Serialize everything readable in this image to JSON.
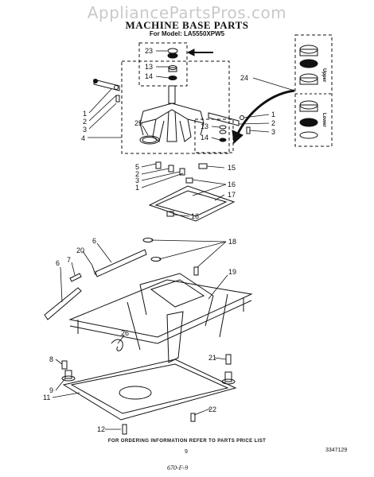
{
  "header": {
    "watermark": "AppliancePartsPros.com",
    "title": "MACHINE BASE PARTS",
    "subtitle": "For Model: LA5550XPW5"
  },
  "callouts": {
    "c1a": "1",
    "c2a": "2",
    "c3a": "3",
    "c4": "4",
    "c23": "23",
    "c13a": "13",
    "c14a": "14",
    "c25": "25",
    "c24": "24",
    "c13b": "13",
    "c14b": "14",
    "c1b": "1",
    "c2b": "2",
    "c3b": "3",
    "c5": "5",
    "c2c": "2",
    "c3c": "3",
    "c1c": "1",
    "c15": "15",
    "c16a": "16",
    "c16b": "16",
    "c17": "17",
    "c18": "18",
    "c19": "19",
    "c20": "20",
    "c7": "7",
    "c6a": "6",
    "c6b": "6",
    "c26": "26",
    "c8": "8",
    "c9": "9",
    "c11": "11",
    "c21": "21",
    "c22": "22",
    "c12": "12"
  },
  "kit_box": {
    "upper_label": "Upper",
    "lower_label": "Lower"
  },
  "footer": {
    "note": "FOR ORDERING INFORMATION REFER TO PARTS PRICE LIST",
    "page": "9",
    "doc_number": "3347129",
    "handwritten": "670-F-9"
  }
}
